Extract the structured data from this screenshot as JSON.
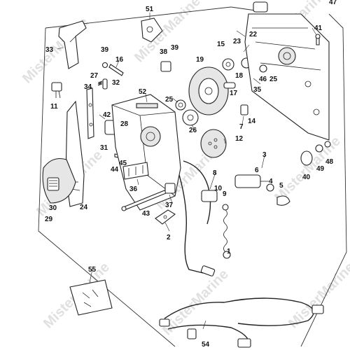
{
  "watermark": "MisterMarine",
  "callouts": [
    {
      "id": "c51",
      "text": "51"
    },
    {
      "id": "c47",
      "text": "47"
    },
    {
      "id": "c33",
      "text": "33"
    },
    {
      "id": "c39a",
      "text": "39"
    },
    {
      "id": "c16",
      "text": "16"
    },
    {
      "id": "c38",
      "text": "38"
    },
    {
      "id": "c39b",
      "text": "39"
    },
    {
      "id": "c19",
      "text": "19"
    },
    {
      "id": "c15",
      "text": "15"
    },
    {
      "id": "c23",
      "text": "23"
    },
    {
      "id": "c22",
      "text": "22"
    },
    {
      "id": "c41",
      "text": "41"
    },
    {
      "id": "c27",
      "text": "27"
    },
    {
      "id": "c32",
      "text": "32"
    },
    {
      "id": "c34",
      "text": "34"
    },
    {
      "id": "c52",
      "text": "52"
    },
    {
      "id": "c18",
      "text": "18"
    },
    {
      "id": "c46",
      "text": "46"
    },
    {
      "id": "c25a",
      "text": "25"
    },
    {
      "id": "c17",
      "text": "17"
    },
    {
      "id": "c35",
      "text": "35"
    },
    {
      "id": "c11",
      "text": "11"
    },
    {
      "id": "c25b",
      "text": "25"
    },
    {
      "id": "c42",
      "text": "42"
    },
    {
      "id": "c28",
      "text": "28"
    },
    {
      "id": "c14",
      "text": "14"
    },
    {
      "id": "c26",
      "text": "26"
    },
    {
      "id": "c7",
      "text": "7"
    },
    {
      "id": "c12",
      "text": "12"
    },
    {
      "id": "c31",
      "text": "31"
    },
    {
      "id": "c45",
      "text": "45"
    },
    {
      "id": "c44",
      "text": "44"
    },
    {
      "id": "c3",
      "text": "3"
    },
    {
      "id": "c49",
      "text": "49"
    },
    {
      "id": "c48",
      "text": "48"
    },
    {
      "id": "c40",
      "text": "40"
    },
    {
      "id": "c6",
      "text": "6"
    },
    {
      "id": "c8",
      "text": "8"
    },
    {
      "id": "c36",
      "text": "36"
    },
    {
      "id": "c4",
      "text": "4"
    },
    {
      "id": "c5",
      "text": "5"
    },
    {
      "id": "c10",
      "text": "10"
    },
    {
      "id": "c9",
      "text": "9"
    },
    {
      "id": "c30",
      "text": "30"
    },
    {
      "id": "c24",
      "text": "24"
    },
    {
      "id": "c29",
      "text": "29"
    },
    {
      "id": "c43",
      "text": "43"
    },
    {
      "id": "c37",
      "text": "37"
    },
    {
      "id": "c2",
      "text": "2"
    },
    {
      "id": "c1",
      "text": "1"
    },
    {
      "id": "c55",
      "text": "55"
    },
    {
      "id": "c54",
      "text": "54"
    }
  ]
}
